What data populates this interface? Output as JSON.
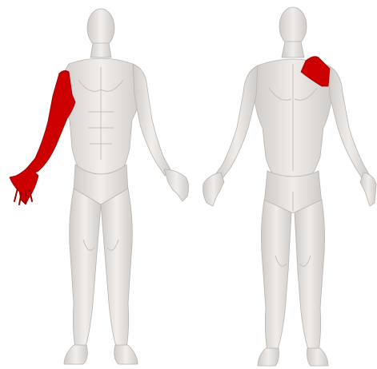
{
  "views": [
    {
      "id": "front",
      "name": "front-view"
    },
    {
      "id": "back",
      "name": "back-view"
    }
  ],
  "highlight_regions": [
    {
      "view": "front",
      "region": "right-arm-and-hand",
      "color": "#cc0000"
    },
    {
      "view": "back",
      "region": "right-scapula",
      "color": "#cc0000"
    }
  ],
  "colors": {
    "body_light": "#efecea",
    "body_mid": "#d9d5d2",
    "body_shadow": "#b8b3af",
    "highlight": "#cc0000",
    "background": "#ffffff"
  }
}
